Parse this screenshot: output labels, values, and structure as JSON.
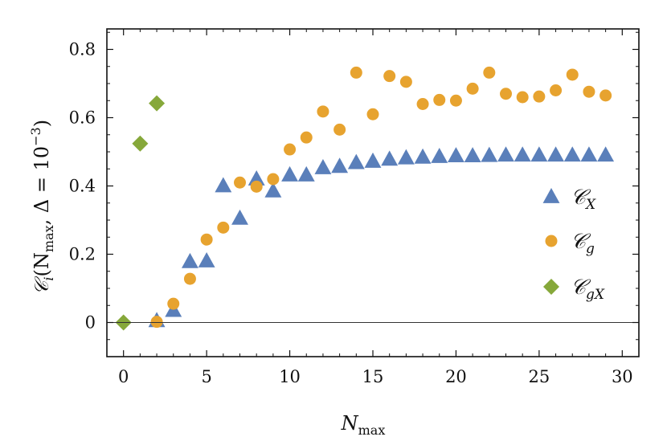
{
  "chart_data": {
    "type": "scatter",
    "title": "",
    "xlabel": "N",
    "xlabel_subscript": "max",
    "ylabel": "𝒞",
    "ylabel_subscript": "i",
    "ylabel_rest": "(N",
    "ylabel_rest_subscript": "max",
    "ylabel_tail": ", Δ = 10",
    "ylabel_exponent": "−3",
    "ylabel_close": ")",
    "xlim": [
      -1,
      31
    ],
    "ylim": [
      -0.1,
      0.86
    ],
    "xticks": [
      0,
      5,
      10,
      15,
      20,
      25,
      30
    ],
    "xtick_labels": [
      "0",
      "5",
      "10",
      "15",
      "20",
      "25",
      "30"
    ],
    "yticks": [
      0,
      0.2,
      0.4,
      0.6,
      0.8
    ],
    "ytick_labels": [
      "0",
      "0.2",
      "0.4",
      "0.6",
      "0.8"
    ],
    "grid": false,
    "zero_line": true,
    "legend_position": "right",
    "series": [
      {
        "name": "𝒞",
        "name_subscript": "X",
        "marker": "triangle",
        "color": "#5a7fba",
        "x": [
          2,
          3,
          4,
          5,
          6,
          7,
          8,
          9,
          10,
          11,
          12,
          13,
          14,
          15,
          16,
          17,
          18,
          19,
          20,
          21,
          22,
          23,
          24,
          25,
          26,
          27,
          28,
          29
        ],
        "y": [
          0.005,
          0.035,
          0.178,
          0.18,
          0.4,
          0.305,
          0.42,
          0.385,
          0.432,
          0.432,
          0.453,
          0.457,
          0.468,
          0.472,
          0.478,
          0.482,
          0.484,
          0.486,
          0.488,
          0.488,
          0.489,
          0.49,
          0.49,
          0.49,
          0.49,
          0.49,
          0.49,
          0.49
        ]
      },
      {
        "name": "𝒞",
        "name_subscript": "g",
        "marker": "circle",
        "color": "#e7a32f",
        "x": [
          2,
          3,
          4,
          5,
          6,
          7,
          8,
          9,
          10,
          11,
          12,
          13,
          14,
          15,
          16,
          17,
          18,
          19,
          20,
          21,
          22,
          23,
          24,
          25,
          26,
          27,
          28,
          29
        ],
        "y": [
          0.002,
          0.055,
          0.128,
          0.243,
          0.278,
          0.41,
          0.398,
          0.42,
          0.507,
          0.542,
          0.618,
          0.565,
          0.732,
          0.61,
          0.722,
          0.705,
          0.64,
          0.652,
          0.65,
          0.685,
          0.732,
          0.67,
          0.66,
          0.662,
          0.68,
          0.726,
          0.676,
          0.665
        ]
      },
      {
        "name": "𝒞",
        "name_subscript": "gX",
        "marker": "diamond",
        "color": "#86a83a",
        "x": [
          0,
          1,
          2
        ],
        "y": [
          0.0,
          0.524,
          0.642
        ]
      }
    ]
  }
}
